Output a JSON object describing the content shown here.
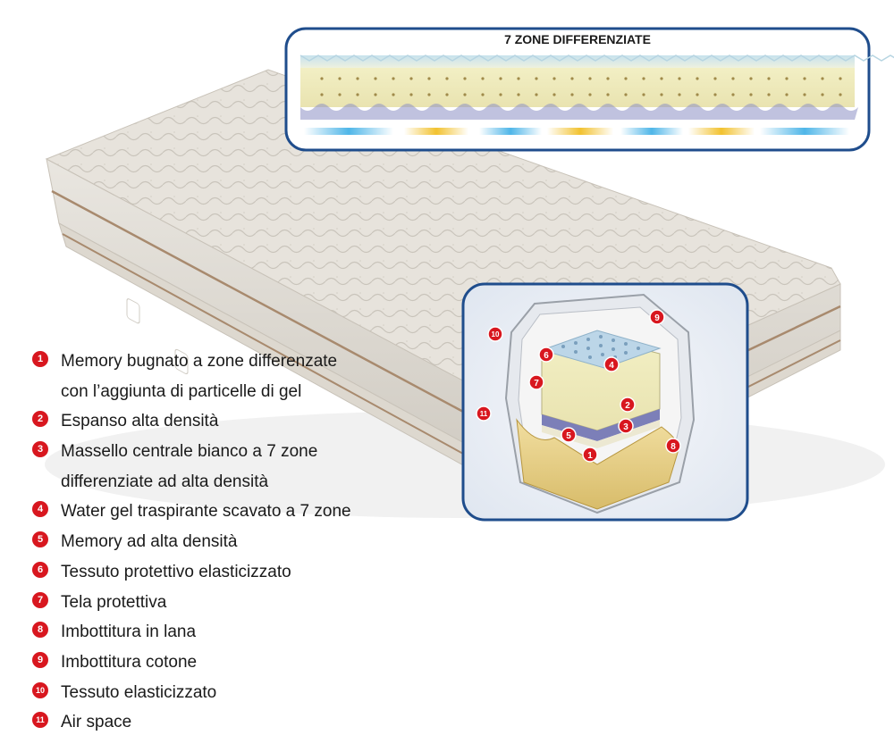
{
  "inset_zones": {
    "title": "7 ZONE DIFFERENZIATE"
  },
  "legend": [
    {
      "marker": "1",
      "lines": [
        "Memory bugnato a zone differenzate",
        "con l’aggiunta di particelle di gel"
      ]
    },
    {
      "marker": "2",
      "lines": [
        "Espanso alta densità"
      ]
    },
    {
      "marker": "3",
      "lines": [
        "Massello centrale bianco a 7 zone",
        "differenziate ad alta densità"
      ]
    },
    {
      "marker": "4",
      "lines": [
        "Water gel traspirante scavato a 7 zone"
      ]
    },
    {
      "marker": "5",
      "lines": [
        "Memory ad alta densità"
      ]
    },
    {
      "marker": "6",
      "lines": [
        "Tessuto protettivo elasticizzato"
      ]
    },
    {
      "marker": "7",
      "lines": [
        "Tela protettiva"
      ]
    },
    {
      "marker": "8",
      "lines": [
        "Imbottitura in lana"
      ]
    },
    {
      "marker": "9",
      "lines": [
        "Imbottitura cotone"
      ]
    },
    {
      "marker": "10",
      "lines": [
        "Tessuto elasticizzato"
      ]
    },
    {
      "marker": "11",
      "lines": [
        "Air space"
      ]
    }
  ],
  "colors": {
    "marker_red": "#d8171f",
    "frame_blue": "#1f4d8c",
    "zone_blue": "#4fb6e8",
    "zone_yellow": "#f2c230"
  }
}
